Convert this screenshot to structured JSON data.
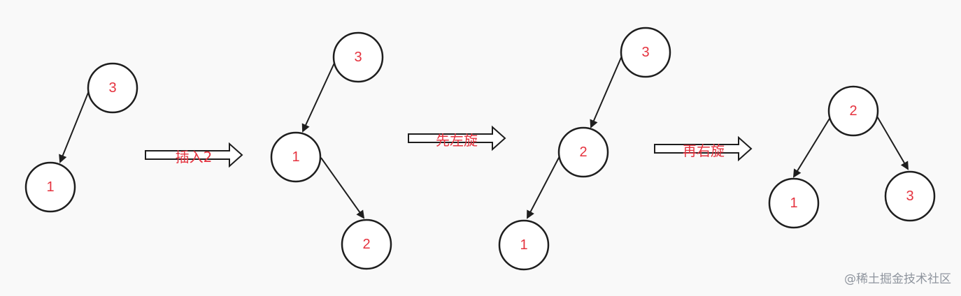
{
  "stages": [
    {
      "nodes": [
        {
          "id": "n3",
          "label": "3"
        },
        {
          "id": "n1",
          "label": "1"
        }
      ]
    },
    {
      "nodes": [
        {
          "id": "n3",
          "label": "3"
        },
        {
          "id": "n1",
          "label": "1"
        },
        {
          "id": "n2",
          "label": "2"
        }
      ]
    },
    {
      "nodes": [
        {
          "id": "n3",
          "label": "3"
        },
        {
          "id": "n2",
          "label": "2"
        },
        {
          "id": "n1",
          "label": "1"
        }
      ]
    },
    {
      "nodes": [
        {
          "id": "n2",
          "label": "2"
        },
        {
          "id": "n1",
          "label": "1"
        },
        {
          "id": "n3",
          "label": "3"
        }
      ]
    }
  ],
  "steps": [
    {
      "label": "插入2"
    },
    {
      "label": "先左旋"
    },
    {
      "label": "再右旋"
    }
  ],
  "colors": {
    "label": "#e5323e",
    "stroke": "#1e1e1e",
    "background": "#f9f9f9"
  },
  "watermark": "@稀土掘金技术社区"
}
